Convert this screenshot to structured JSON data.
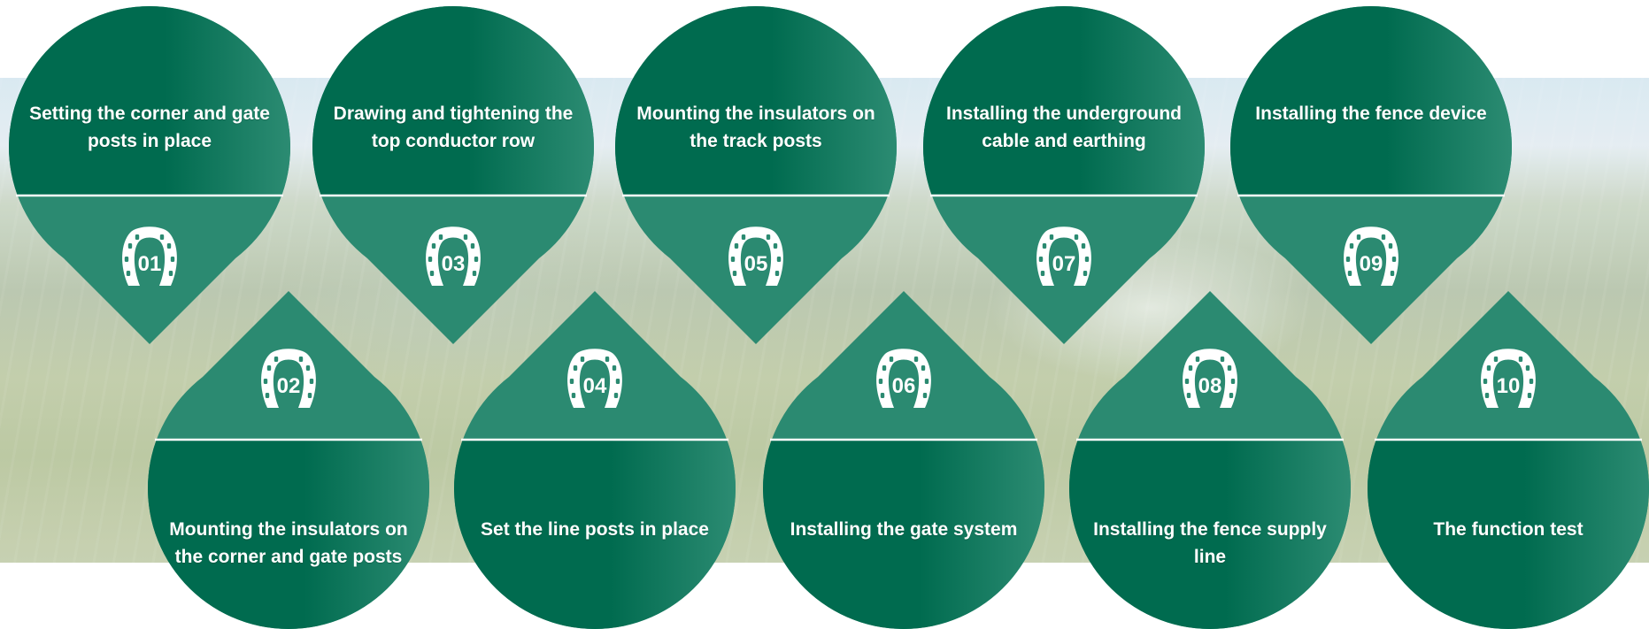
{
  "colors": {
    "cap_dark": "#006b4f",
    "cap_light": "#2e8d74",
    "point": "#2b8a71",
    "divider": "#ffffff",
    "text": "#ffffff"
  },
  "icon": "horseshoe-icon",
  "steps": [
    {
      "number": "01",
      "label": "Setting the corner and gate posts in place"
    },
    {
      "number": "02",
      "label": "Mounting the insulators on the corner and gate posts"
    },
    {
      "number": "03",
      "label": "Drawing and tightening the top conductor row"
    },
    {
      "number": "04",
      "label": "Set the line posts in place"
    },
    {
      "number": "05",
      "label": "Mounting the insulators on the track posts"
    },
    {
      "number": "06",
      "label": "Installing the gate system"
    },
    {
      "number": "07",
      "label": "Installing the underground cable and earthing"
    },
    {
      "number": "08",
      "label": "Installing the fence supply line"
    },
    {
      "number": "09",
      "label": "Installing the fence device"
    },
    {
      "number": "10",
      "label": "The function test"
    }
  ]
}
